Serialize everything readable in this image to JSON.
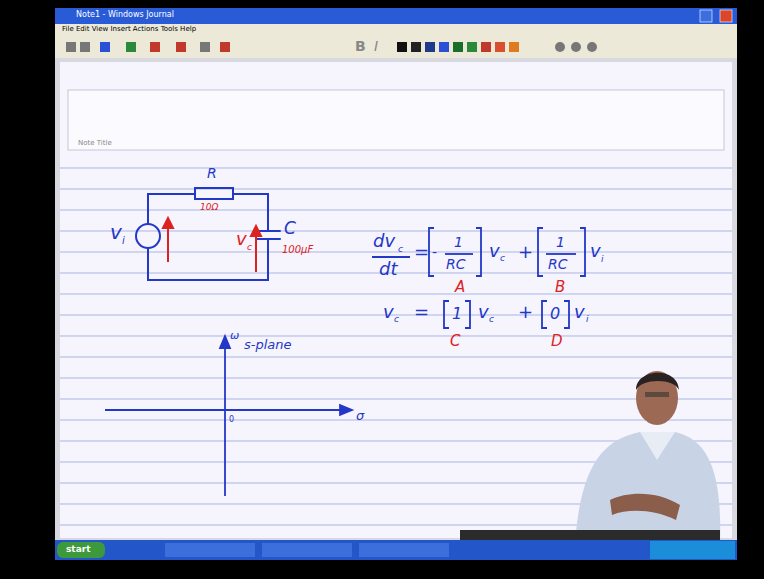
{
  "diagram": {
    "labels": [
      "Note1 - Windows Journal",
      "File Edit View Insert Actions Tools Help",
      "B",
      "I",
      "Note Title",
      "R",
      "10Ω",
      "v",
      "i",
      "v",
      "c",
      "C",
      "100μF",
      "dv",
      "c",
      "dt",
      "=",
      "-",
      "1",
      "RC",
      "v",
      "c",
      "+",
      "1",
      "RC",
      "v",
      "i",
      "A",
      "B",
      "v",
      "c",
      "=",
      "1",
      "v",
      "c",
      "+",
      "0",
      "v",
      "i",
      "C",
      "D",
      "ω",
      "s-plane",
      "0",
      "σ",
      "start"
    ]
  }
}
